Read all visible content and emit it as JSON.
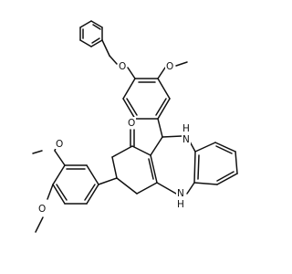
{
  "molecule": {
    "labels": {
      "o_benzyloxy": "O",
      "o_methoxy_top": "O",
      "nh_top": "H",
      "n_top": "N",
      "o_ketone": "O",
      "nh_bottom": "H",
      "n_bottom": "N",
      "o_methoxy_left_upper": "O",
      "o_methoxy_left_lower": "O"
    }
  }
}
